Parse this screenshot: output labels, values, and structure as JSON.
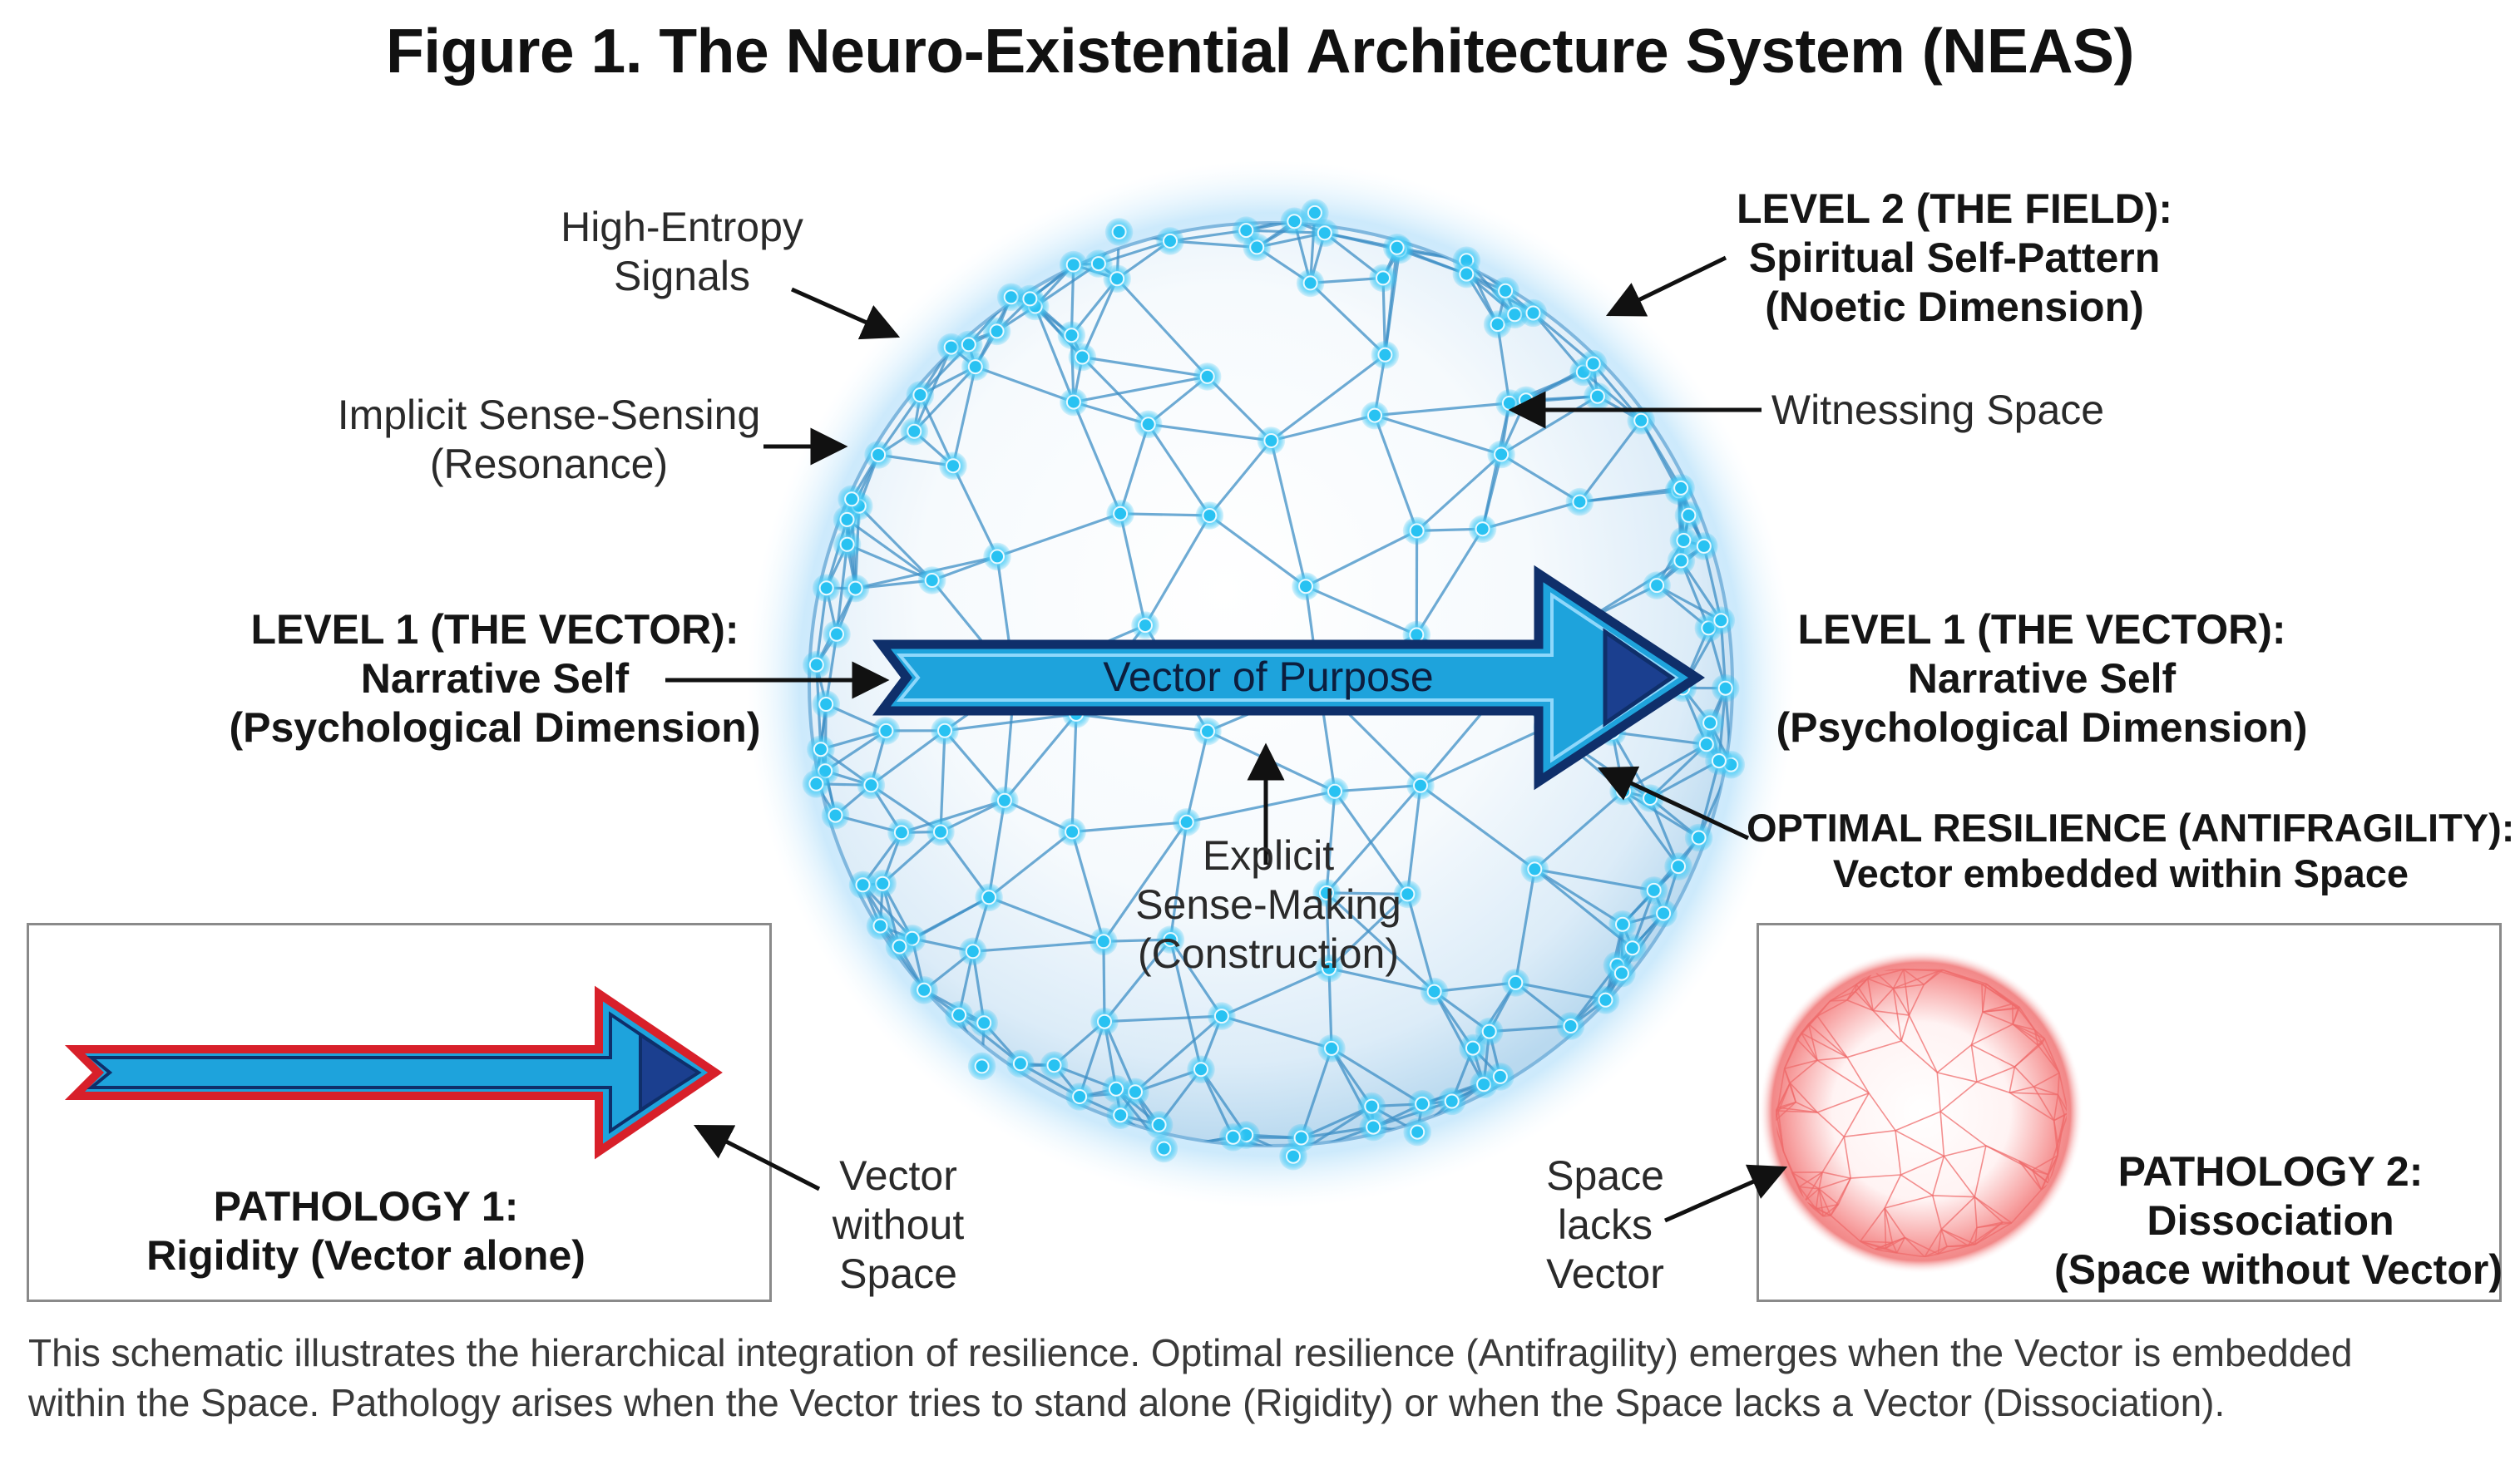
{
  "title": "Figure 1. The Neuro-Existential Architecture System (NEAS)",
  "labels": {
    "high_entropy": [
      "High-Entropy",
      "Signals"
    ],
    "implicit": [
      "Implicit Sense-Sensing",
      "(Resonance)"
    ],
    "level1_left": [
      "LEVEL 1 (THE VECTOR):",
      "Narrative Self",
      "(Psychological Dimension)"
    ],
    "level2": [
      "LEVEL 2 (THE FIELD):",
      "Spiritual Self-Pattern",
      "(Noetic Dimension)"
    ],
    "witnessing": "Witnessing Space",
    "level1_right": [
      "LEVEL 1 (THE VECTOR):",
      "Narrative Self",
      "(Psychological Dimension)"
    ],
    "optimal": [
      "OPTIMAL RESILIENCE (ANTIFRAGILITY):",
      "Vector embedded within Space"
    ],
    "vector_of_purpose": "Vector of Purpose",
    "explicit": [
      "Explicit",
      "Sense-Making",
      "(Construction)"
    ],
    "vector_without": [
      "Vector",
      "without",
      "Space"
    ],
    "space_lacks": [
      "Space",
      "lacks",
      "Vector"
    ],
    "pathology1": [
      "PATHOLOGY 1:",
      "Rigidity (Vector alone)"
    ],
    "pathology2": [
      "PATHOLOGY 2:",
      "Dissociation",
      "(Space without Vector)"
    ]
  },
  "caption": [
    "This schematic illustrates the hierarchical integration of resilience. Optimal resilience (Antifragility) emerges when the Vector is embedded",
    "within the Space. Pathology arises when the Vector tries to stand alone (Rigidity) or when the Space lacks a Vector (Dissociation)."
  ],
  "colors": {
    "sphere_line": "#3d8fc6",
    "node": "#28c2f2",
    "arrow_fill": "#1ea3dc",
    "arrow_dark": "#0f2f6a",
    "red_outline": "#d8202a",
    "red_sphere": "#ef6b6b"
  }
}
